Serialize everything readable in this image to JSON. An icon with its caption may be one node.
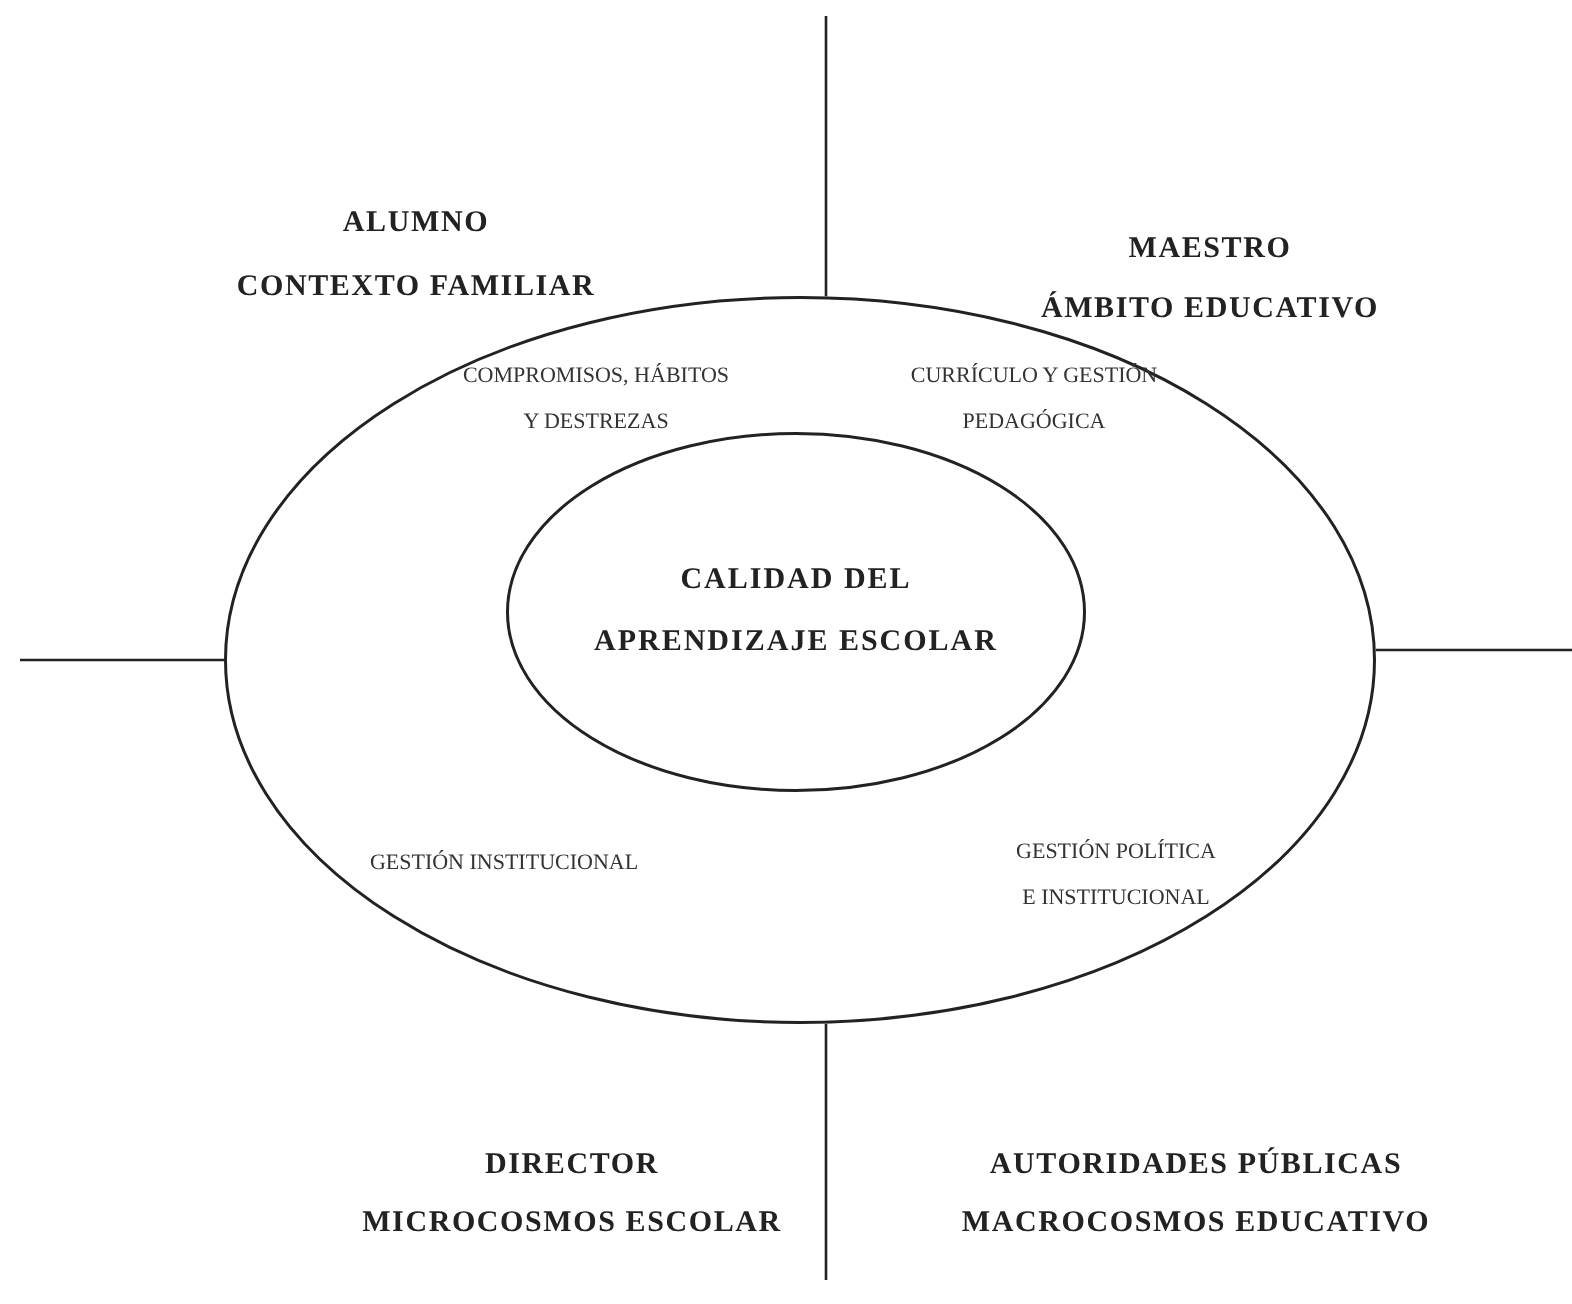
{
  "diagram": {
    "nodes": [
      {
        "text": [
          "COMPROMISOS, HÁBITOS Y DESTREZAS",
          "CURRÍCULO Y GESTIÓN PEDAGÓGICA",
          "GESTIÓN INSTITUCIONAL",
          "GESTIÓN POLÍTICA E INSTITUCIONAL"
        ]
      },
      {
        "text": [
          "CALIDAD DEL APRENDIZAJE ESCOLAR"
        ],
        "in": 0
      }
    ],
    "labels": [
      "ALUMNO",
      "CONTEXTO FAMILIAR",
      "MAESTRO",
      "ÁMBITO EDUCATIVO",
      "DIRECTOR",
      "MICROCOSMOS ESCOLAR",
      "AUTORIDADES PÚBLICAS",
      "MACROCOSMOS EDUCATIVO"
    ]
  }
}
